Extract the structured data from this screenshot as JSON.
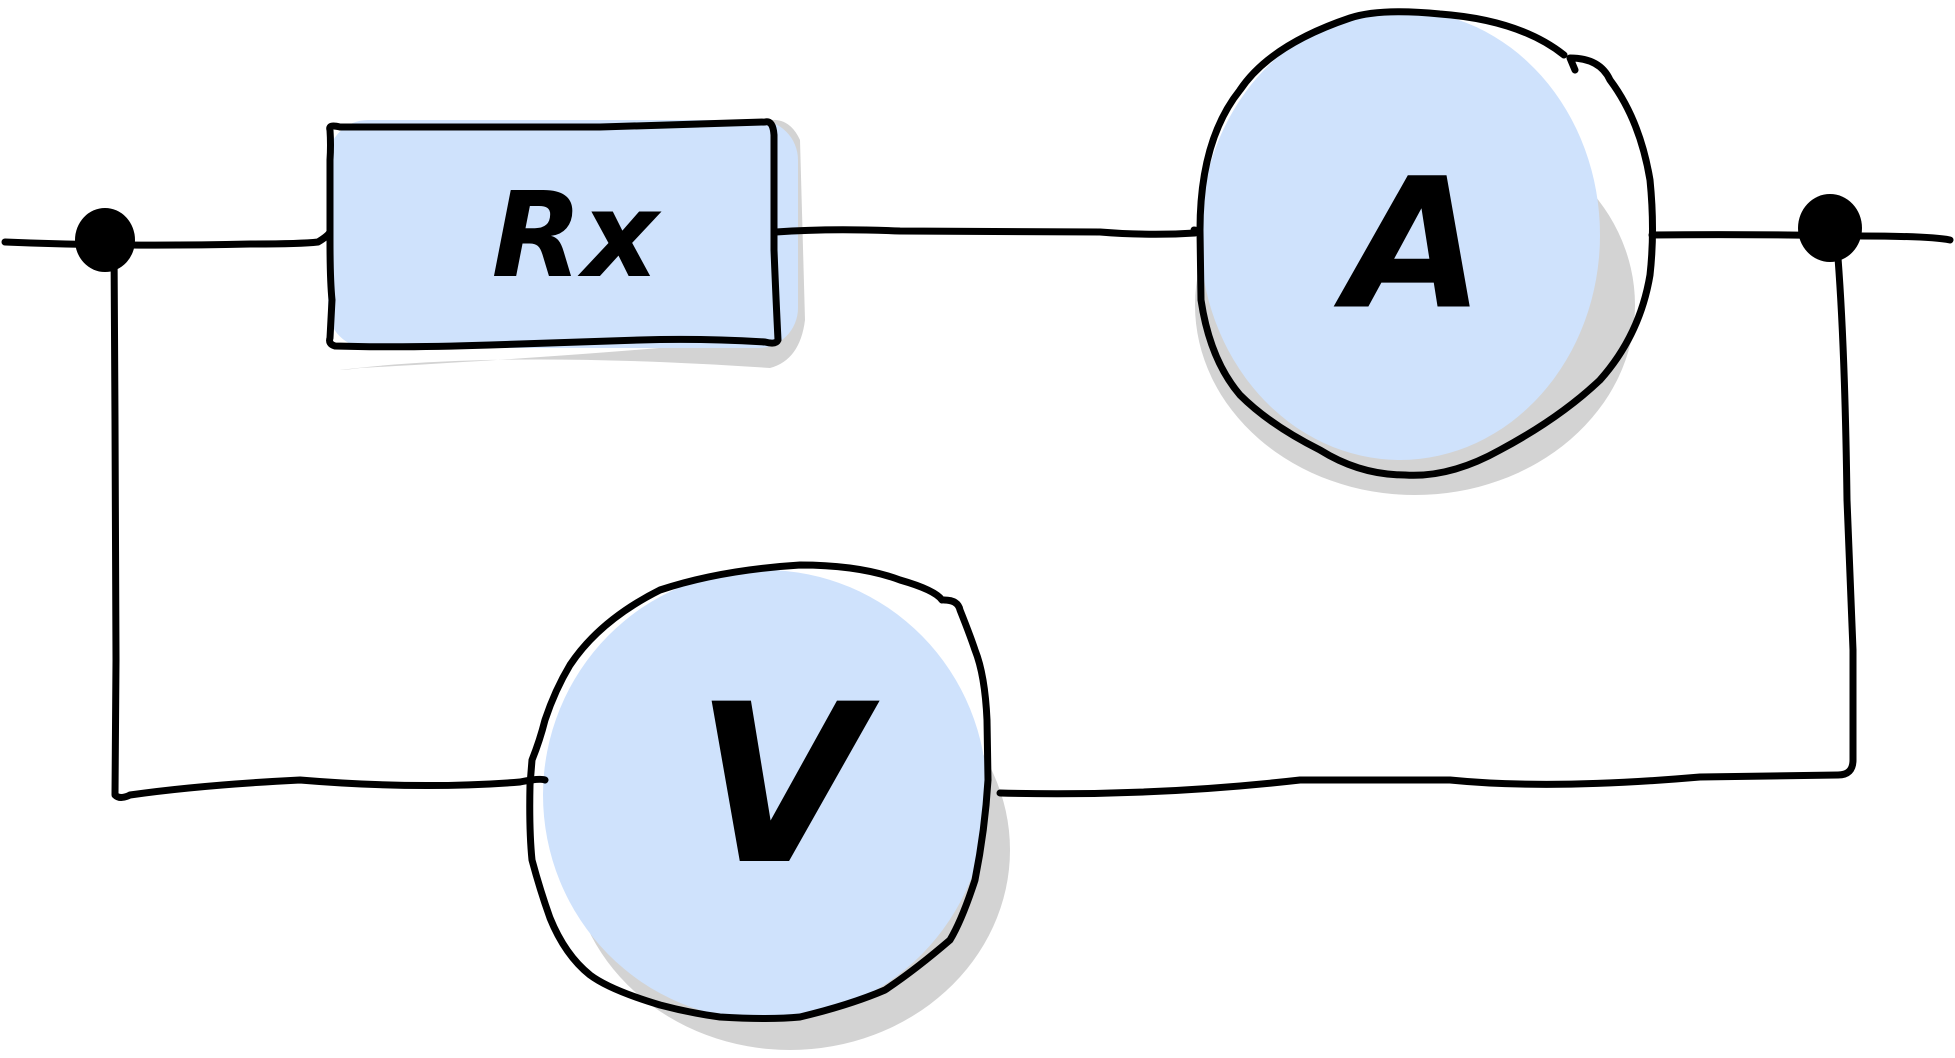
{
  "diagram": {
    "resistor": {
      "label": "Rx"
    },
    "ammeter": {
      "label": "A"
    },
    "voltmeter": {
      "label": "V"
    }
  },
  "colors": {
    "fill": "#cfe2fc",
    "stroke": "#000000",
    "shadow": "#d3d3d3",
    "background": "#ffffff"
  }
}
